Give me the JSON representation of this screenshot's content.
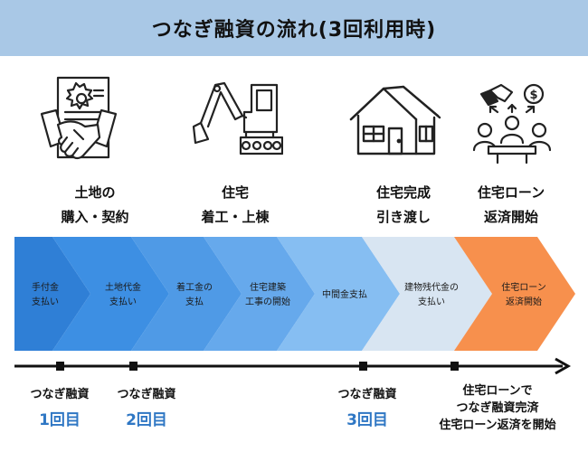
{
  "title": "つなぎ融資の流れ(3回利用時)",
  "icons": [
    "contract-handshake-icon",
    "excavator-icon",
    "house-icon",
    "business-meeting-icon"
  ],
  "stages": [
    {
      "line1": "土地の",
      "line2": "購入・契約"
    },
    {
      "line1": "住宅",
      "line2": "着工・上棟"
    },
    {
      "line1": "住宅完成",
      "line2": "引き渡し"
    },
    {
      "line1": "住宅ローン",
      "line2": "返済開始"
    }
  ],
  "steps": [
    {
      "label": "手付金\n支払い",
      "color": "#2f7fd6"
    },
    {
      "label": "土地代金\n支払い",
      "color": "#3d8fe3"
    },
    {
      "label": "着工金の\n支払",
      "color": "#4f9ae6"
    },
    {
      "label": "住宅建築\n工事の開始",
      "color": "#66a9ec"
    },
    {
      "label": "中間金支払",
      "color": "#86bef2"
    },
    {
      "label": "建物残代金の\n支払い",
      "color": "#d8e5f2"
    },
    {
      "label": "住宅ローン\n返済開始",
      "color": "#f7904d"
    }
  ],
  "timeline": {
    "first": {
      "label": "つなぎ融資",
      "count": "1回目"
    },
    "second": {
      "label": "つなぎ融資",
      "count": "2回目"
    },
    "third": {
      "label": "つなぎ融資",
      "count": "3回目"
    },
    "final": "住宅ローンで\nつなぎ融資完済\n住宅ローン返済を開始"
  },
  "colors": {
    "title_bg": "#a9c8e6",
    "count_text": "#2f77c4",
    "timeline": "#111111"
  }
}
